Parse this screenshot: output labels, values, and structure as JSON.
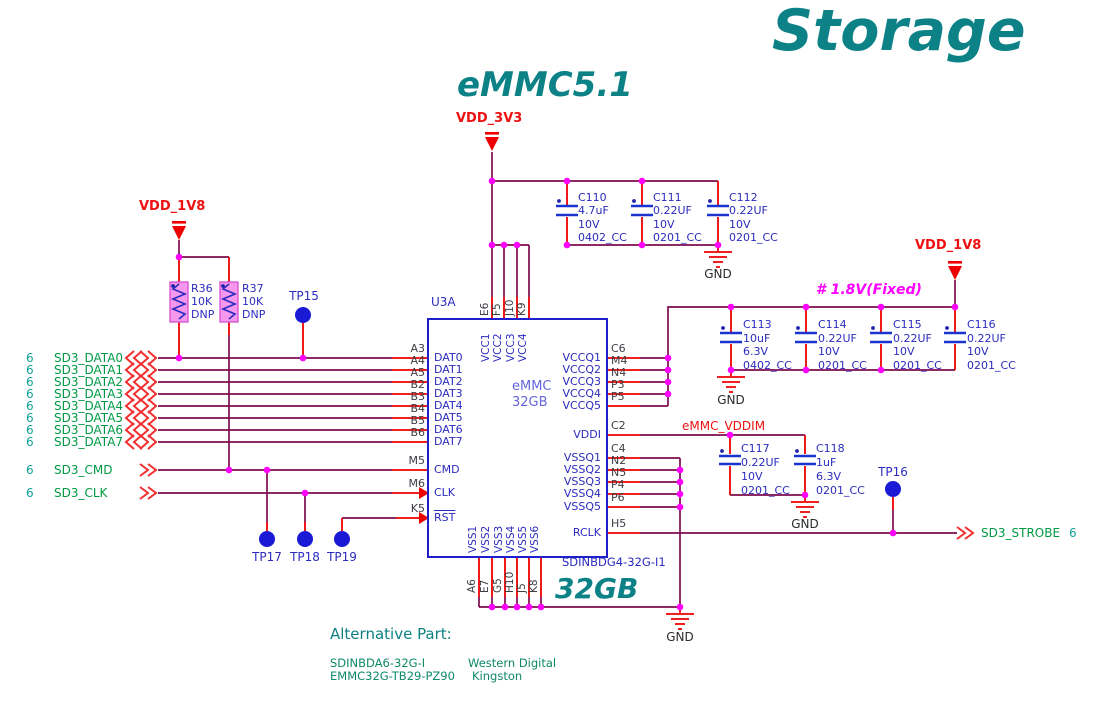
{
  "titles": {
    "main": "Storage",
    "sub": "eMMC5.1"
  },
  "power": {
    "vdd_3v3": "VDD_3V3",
    "vdd_1v8": "VDD_1V8",
    "gnd": "GND"
  },
  "notes": {
    "fixed_1v8": "# 1.8V(Fixed)",
    "vddim_net": "eMMC_VDDIM"
  },
  "left_ports": {
    "data": [
      {
        "page": "6",
        "name": "SD3_DATA0",
        "pin": "A3"
      },
      {
        "page": "6",
        "name": "SD3_DATA1",
        "pin": "A4"
      },
      {
        "page": "6",
        "name": "SD3_DATA2",
        "pin": "A5"
      },
      {
        "page": "6",
        "name": "SD3_DATA3",
        "pin": "B2"
      },
      {
        "page": "6",
        "name": "SD3_DATA4",
        "pin": "B3"
      },
      {
        "page": "6",
        "name": "SD3_DATA5",
        "pin": "B4"
      },
      {
        "page": "6",
        "name": "SD3_DATA6",
        "pin": "B5"
      },
      {
        "page": "6",
        "name": "SD3_DATA7",
        "pin": "B6"
      }
    ],
    "cmd": {
      "page": "6",
      "name": "SD3_CMD",
      "pin": "M5"
    },
    "clk": {
      "page": "6",
      "name": "SD3_CLK",
      "pin": "M6"
    },
    "rst_pin": "K5"
  },
  "right_port": {
    "name": "SD3_STROBE",
    "page": "6",
    "pin": "H5"
  },
  "ic": {
    "refdes": "U3A",
    "center_line1": "eMMC",
    "center_line2": "32GB",
    "part_number": "SDINBDG4-32G-I1",
    "size_label": "32GB",
    "left_pins": [
      "DAT0",
      "DAT1",
      "DAT2",
      "DAT3",
      "DAT4",
      "DAT5",
      "DAT6",
      "DAT7",
      "CMD",
      "CLK",
      "RST"
    ],
    "top_pins": [
      {
        "num": "E6",
        "name": "VCC1"
      },
      {
        "num": "F5",
        "name": "VCC2"
      },
      {
        "num": "J10",
        "name": "VCC3"
      },
      {
        "num": "K9",
        "name": "VCC4"
      }
    ],
    "right_pins": [
      {
        "num": "C6",
        "name": "VCCQ1"
      },
      {
        "num": "M4",
        "name": "VCCQ2"
      },
      {
        "num": "N4",
        "name": "VCCQ3"
      },
      {
        "num": "P3",
        "name": "VCCQ4"
      },
      {
        "num": "P5",
        "name": "VCCQ5"
      },
      {
        "num": "C2",
        "name": "VDDI"
      },
      {
        "num": "C4",
        "name": "VSSQ1"
      },
      {
        "num": "N2",
        "name": "VSSQ2"
      },
      {
        "num": "N5",
        "name": "VSSQ3"
      },
      {
        "num": "P4",
        "name": "VSSQ4"
      },
      {
        "num": "P6",
        "name": "VSSQ5"
      },
      {
        "num": "H5",
        "name": "RCLK"
      }
    ],
    "bottom_pins": [
      {
        "num": "A6",
        "name": "VSS1"
      },
      {
        "num": "E7",
        "name": "VSS2"
      },
      {
        "num": "G5",
        "name": "VSS3"
      },
      {
        "num": "H10",
        "name": "VSS4"
      },
      {
        "num": "J5",
        "name": "VSS5"
      },
      {
        "num": "K8",
        "name": "VSS6"
      }
    ]
  },
  "resistors": [
    {
      "ref": "R36",
      "value": "10K",
      "note": "DNP"
    },
    {
      "ref": "R37",
      "value": "10K",
      "note": "DNP"
    }
  ],
  "capacitors": [
    {
      "ref": "C110",
      "value": "4.7uF",
      "voltage": "10V",
      "footprint": "0402_CC"
    },
    {
      "ref": "C111",
      "value": "0.22UF",
      "voltage": "10V",
      "footprint": "0201_CC"
    },
    {
      "ref": "C112",
      "value": "0.22UF",
      "voltage": "10V",
      "footprint": "0201_CC"
    },
    {
      "ref": "C113",
      "value": "10uF",
      "voltage": "6.3V",
      "footprint": "0402_CC"
    },
    {
      "ref": "C114",
      "value": "0.22UF",
      "voltage": "10V",
      "footprint": "0201_CC"
    },
    {
      "ref": "C115",
      "value": "0.22UF",
      "voltage": "10V",
      "footprint": "0201_CC"
    },
    {
      "ref": "C116",
      "value": "0.22UF",
      "voltage": "10V",
      "footprint": "0201_CC"
    },
    {
      "ref": "C117",
      "value": "0.22UF",
      "voltage": "10V",
      "footprint": "0201_CC"
    },
    {
      "ref": "C118",
      "value": "1uF",
      "voltage": "6.3V",
      "footprint": "0201_CC"
    }
  ],
  "testpoints": [
    "TP15",
    "TP16",
    "TP17",
    "TP18",
    "TP19"
  ],
  "alt_part": {
    "header": "Alternative Part:",
    "rows": [
      {
        "part": "SDINBDA6-32G-I",
        "vendor": "Western Digital"
      },
      {
        "part": "EMMC32G-TB29-PZ90",
        "vendor": "Kingston"
      }
    ]
  }
}
